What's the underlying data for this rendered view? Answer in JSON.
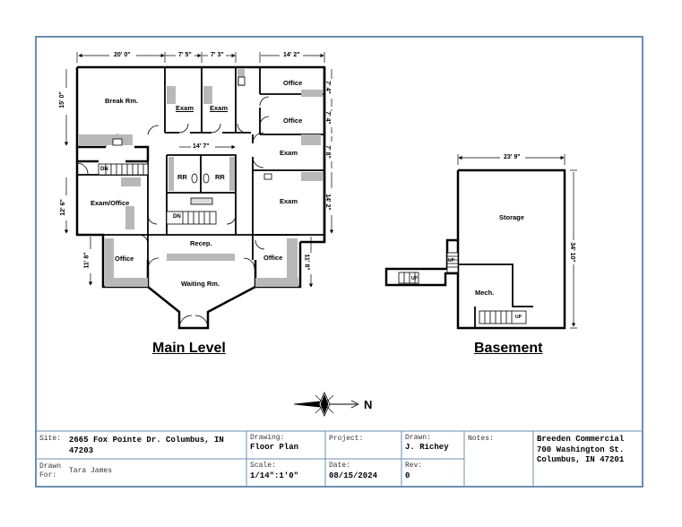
{
  "rooms": {
    "break_rm": "Break Rm.",
    "exam1": "Exam",
    "exam2": "Exam",
    "office_tr1": "Office",
    "office_tr2": "Office",
    "exam_r1": "Exam",
    "exam_r2": "Exam",
    "rr1": "RR",
    "rr2": "RR",
    "exam_office": "Exam/Office",
    "dn1": "DN",
    "dn2": "DN",
    "recep": "Recep.",
    "office_bl": "Office",
    "office_br": "Office",
    "waiting": "Waiting Rm.",
    "storage": "Storage",
    "mech": "Mech.",
    "up1": "UP",
    "up2": "UP",
    "up3": "UP"
  },
  "dimensions": {
    "d_20_0": "20' 0\"",
    "d_7_5": "7' 5\"",
    "d_7_3": "7' 3\"",
    "d_14_2_top": "14' 2\"",
    "d_15_0": "15' 0\"",
    "d_14_7": "14' 7\"",
    "d_7_4a": "7' 4\"",
    "d_7_4b": "7' 4\"",
    "d_7_8": "7' 8\"",
    "d_14_2_right": "14' 2\"",
    "d_12_6": "12' 6\"",
    "d_11_8_left": "11' 8\"",
    "d_11_8_right": "11' 8\"",
    "d_23_9": "23' 9\"",
    "d_34_10": "34' 10\""
  },
  "level_titles": {
    "main": "Main Level",
    "basement": "Basement"
  },
  "compass": {
    "north": "N"
  },
  "title_block": {
    "site_label": "Site:",
    "site_value": "2665 Fox Pointe Dr. Columbus, IN 47203",
    "drawing_label": "Drawing:",
    "drawing_value": "Floor Plan",
    "project_label": "Project:",
    "project_value": "",
    "drawn_label": "Drawn:",
    "drawn_value": "J. Richey",
    "notes_label": "Notes:",
    "company_line1": "Breeden Commercial",
    "company_line2": "700 Washington St.",
    "company_line3": "Columbus, IN 47201",
    "drawn_for_label_1": "Drawn",
    "drawn_for_label_2": "For:",
    "drawn_for_value": "Tara James",
    "scale_label": "Scale:",
    "scale_value": "1/14\":1'0\"",
    "date_label": "Date:",
    "date_value": "08/15/2024",
    "rev_label": "Rev:",
    "rev_value": "0"
  },
  "colors": {
    "border": "#6d8fb3",
    "wall": "#000000",
    "fixture_gray": "#b8b8b8"
  }
}
